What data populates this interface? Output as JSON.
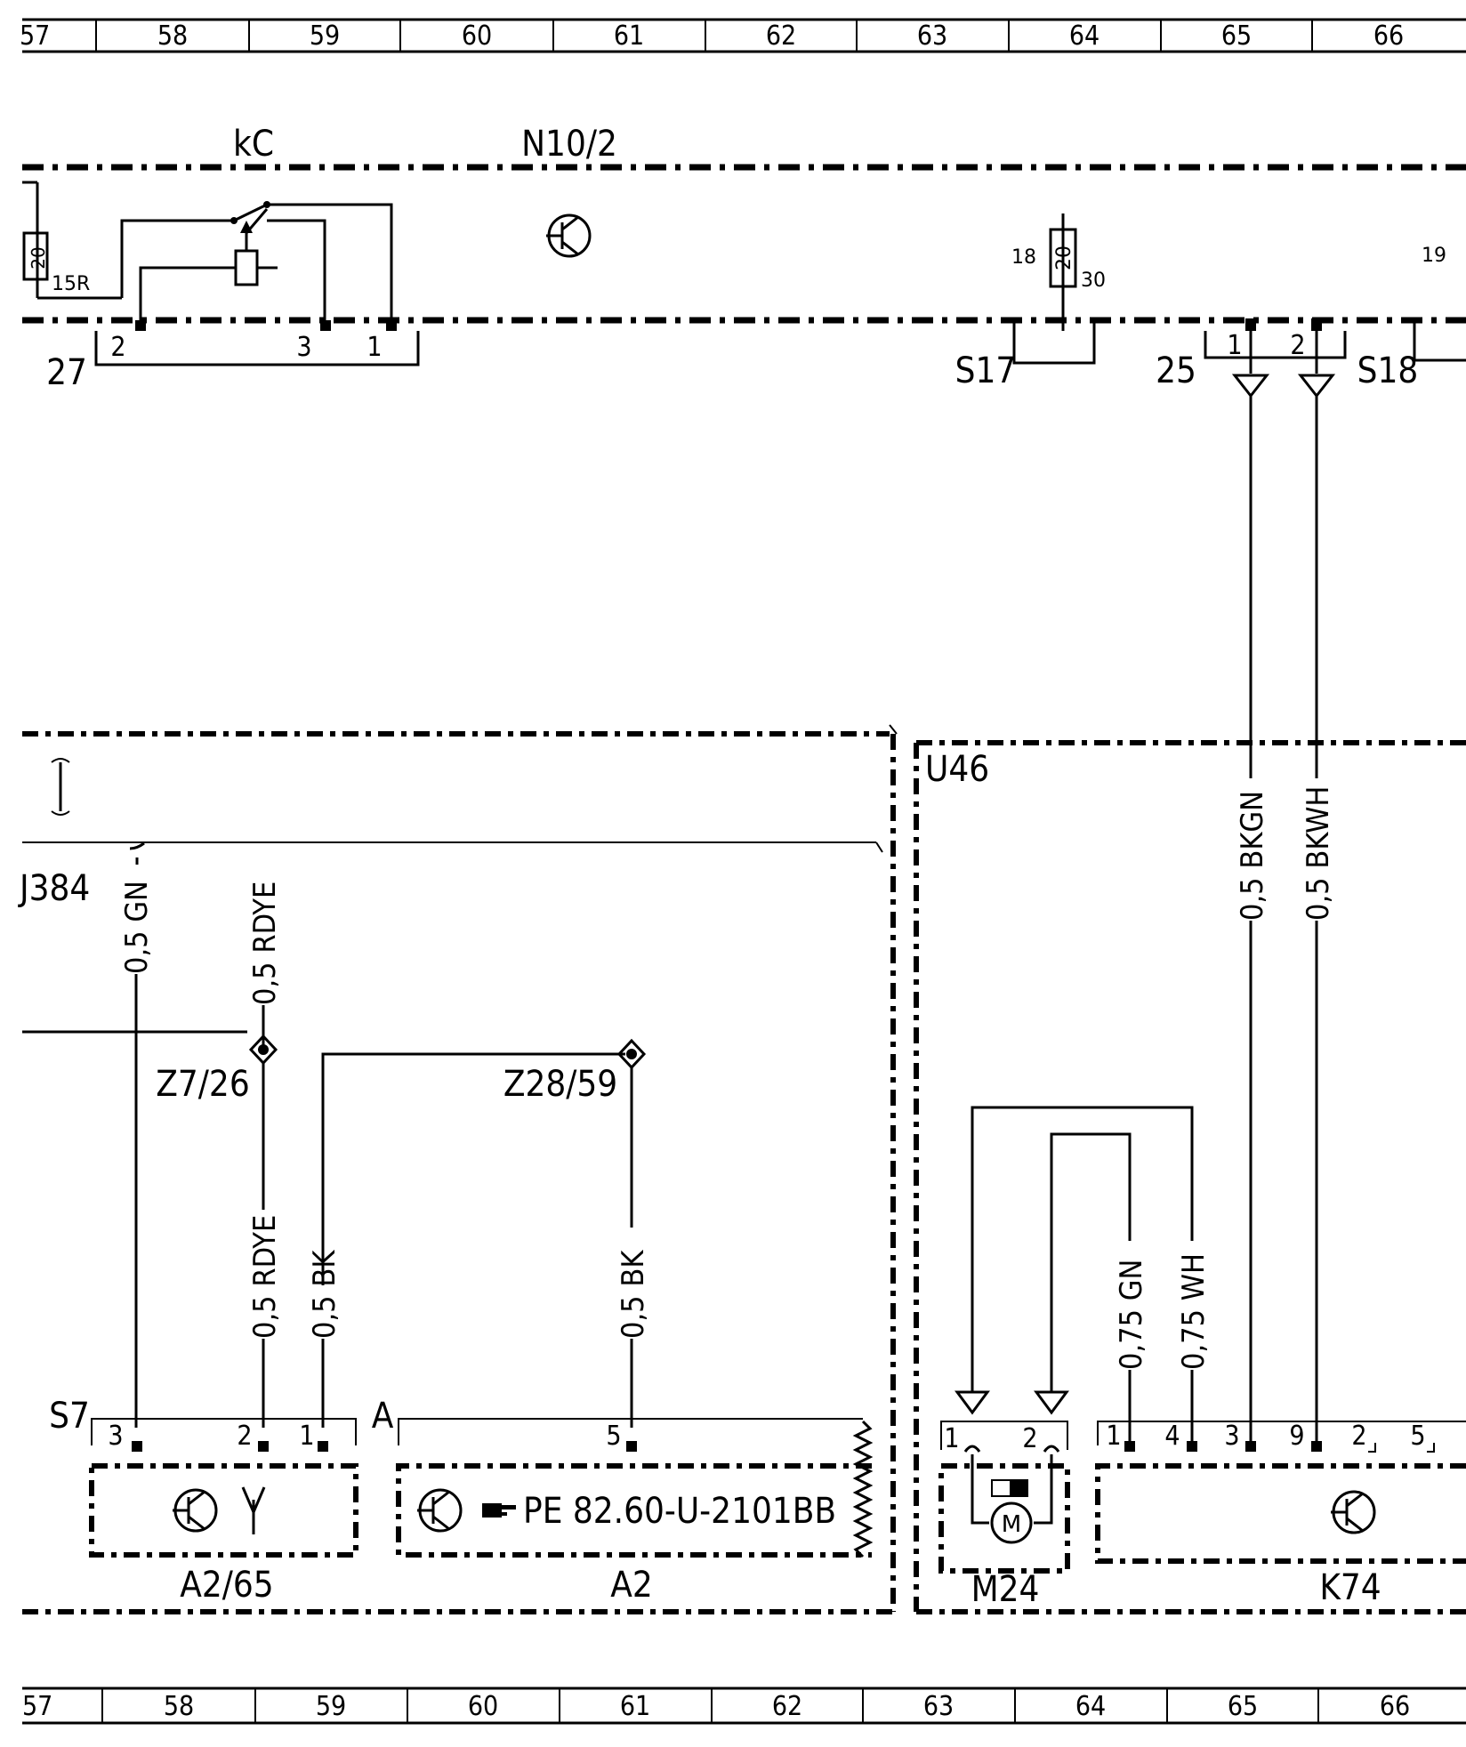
{
  "grid": {
    "columns": [
      "57",
      "58",
      "59",
      "60",
      "61",
      "62",
      "63",
      "64",
      "65",
      "66"
    ],
    "top_first_visible": "57",
    "bottom_first_visible": "57"
  },
  "components": {
    "relay": {
      "label": "kC",
      "pins": [
        "2",
        "3",
        "1"
      ],
      "fuse": "20",
      "fuse_terminal": "15R"
    },
    "module_n10_2": {
      "label": "N10/2"
    },
    "connector_27": {
      "label": "27"
    },
    "fuse_block": {
      "left": "18",
      "fuse": "20",
      "right": "30",
      "far_right": "19"
    },
    "connector_s17": {
      "label": "S17"
    },
    "connector_25": {
      "label": "25",
      "pins": [
        "1",
        "2"
      ]
    },
    "connector_s18": {
      "label": "S18"
    },
    "unit_u46": {
      "label": "U46"
    },
    "harness_j384": {
      "label": "J384"
    },
    "splice_z7_26": {
      "label": "Z7/26"
    },
    "splice_z28_59": {
      "label": "Z28/59"
    },
    "a2_65": {
      "connector": "S7",
      "pins": [
        "3",
        "2",
        "1"
      ],
      "label": "A2/65"
    },
    "a2": {
      "connector": "A",
      "pin": "5",
      "label": "A2",
      "reference": "PE 82.60-U-2101BB"
    },
    "m24": {
      "pins": [
        "1",
        "2"
      ],
      "label": "M24",
      "motor": "M"
    },
    "k74": {
      "pins": [
        "1",
        "4",
        "3",
        "9",
        "2",
        "5"
      ],
      "label": "K74"
    }
  },
  "wires": {
    "gn_up": "0,5 GN",
    "rdye_up": "0,5 RDYE",
    "rdye_down": "0,5 RDYE",
    "bk_left": "0,5 BK",
    "bk_right": "0,5 BK",
    "gn_m24": "0,75 GN",
    "wh_m24": "0,75 WH",
    "bkgn": "0,5 BKGN",
    "bkwh": "0,5 BKWH"
  }
}
